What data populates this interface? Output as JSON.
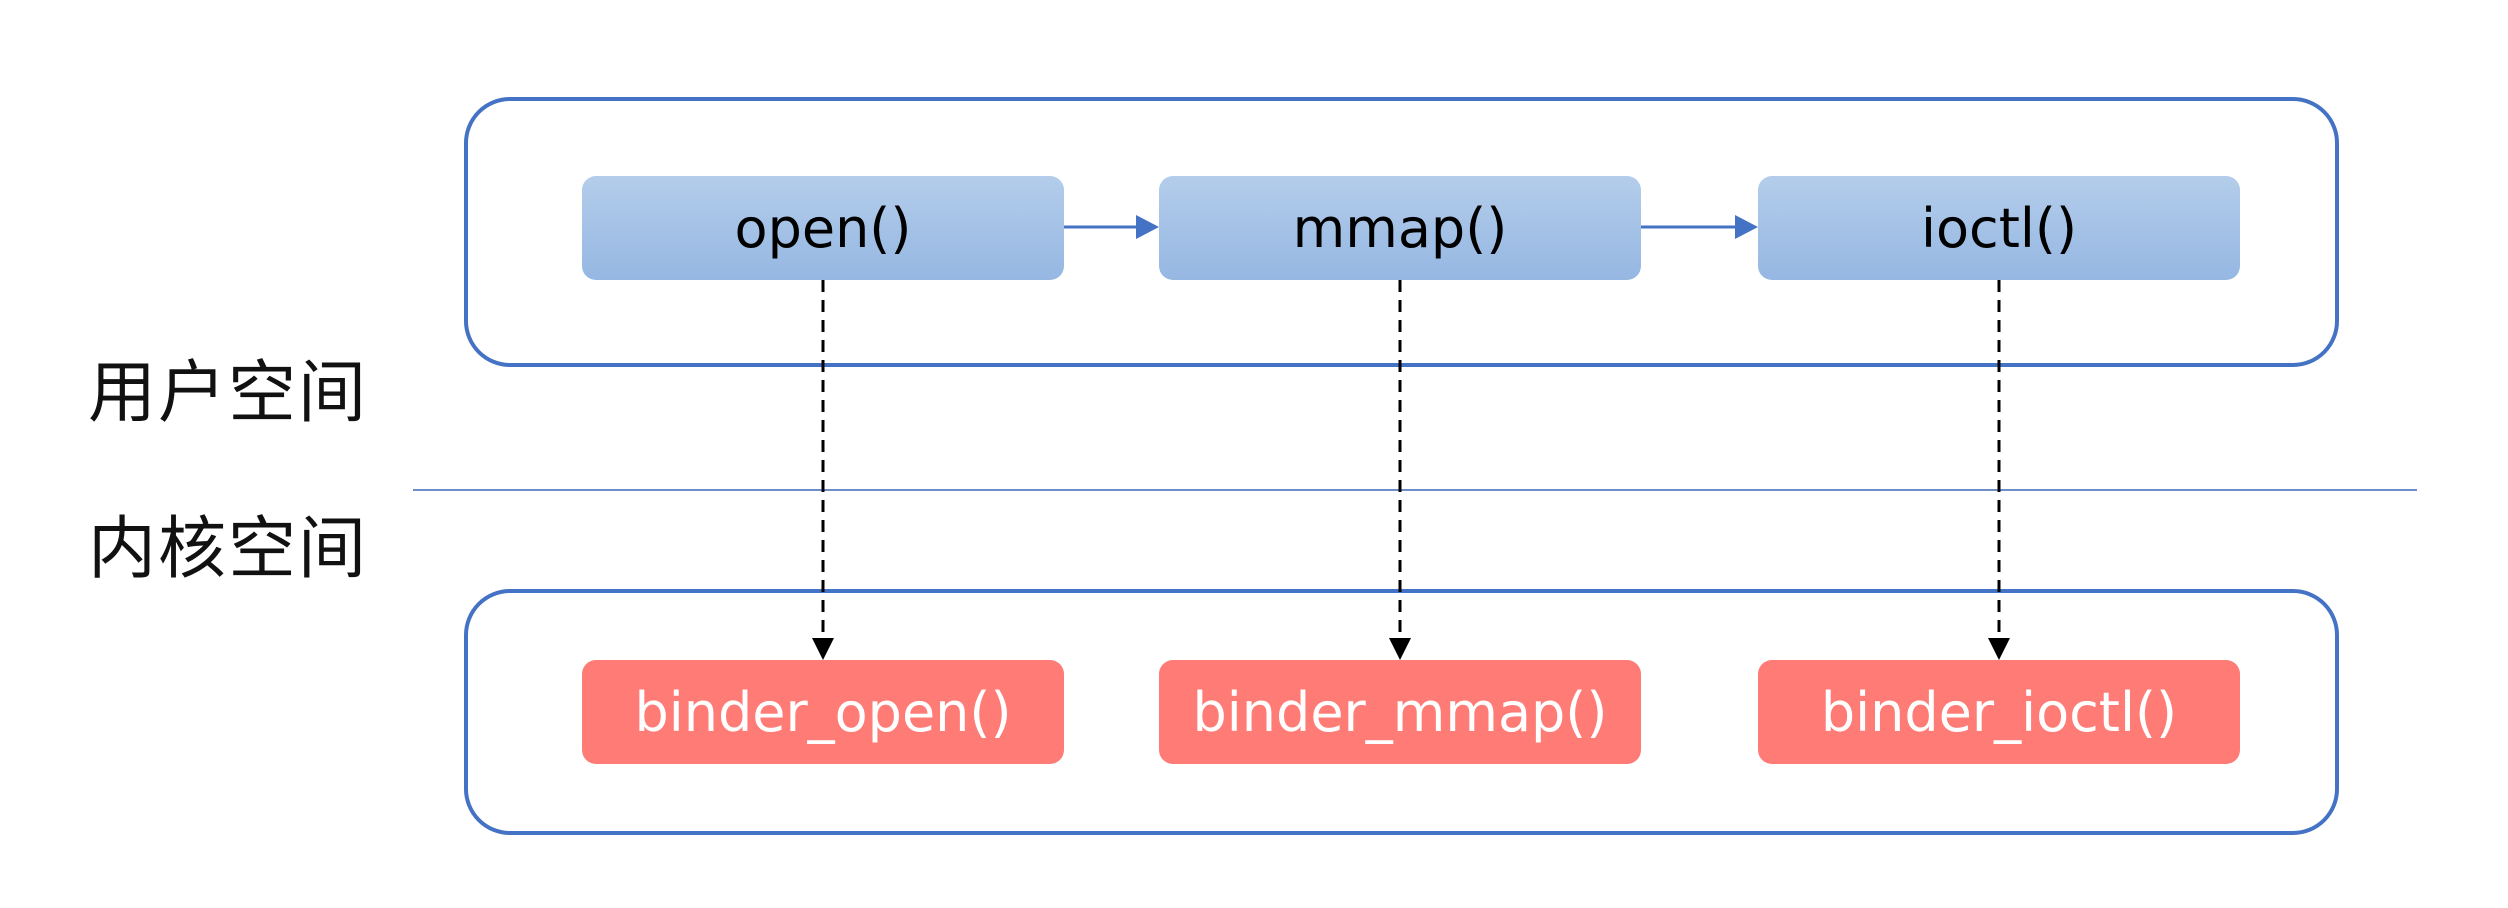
{
  "regions": {
    "user_space": "用户空间",
    "kernel_space": "内核空间"
  },
  "user_calls": [
    "open()",
    "mmap()",
    "ioctl()"
  ],
  "kernel_calls": [
    "binder_open()",
    "binder_mmap()",
    "binder_ioctl()"
  ],
  "colors": {
    "container_border": "#4472C4",
    "user_box_top": "#B4CDEB",
    "user_box_bottom": "#95B7E2",
    "kernel_box": "#FF7B76",
    "flow_arrow": "#4472C4",
    "dashed_arrow": "#000000",
    "divider": "#6D8EC8"
  }
}
